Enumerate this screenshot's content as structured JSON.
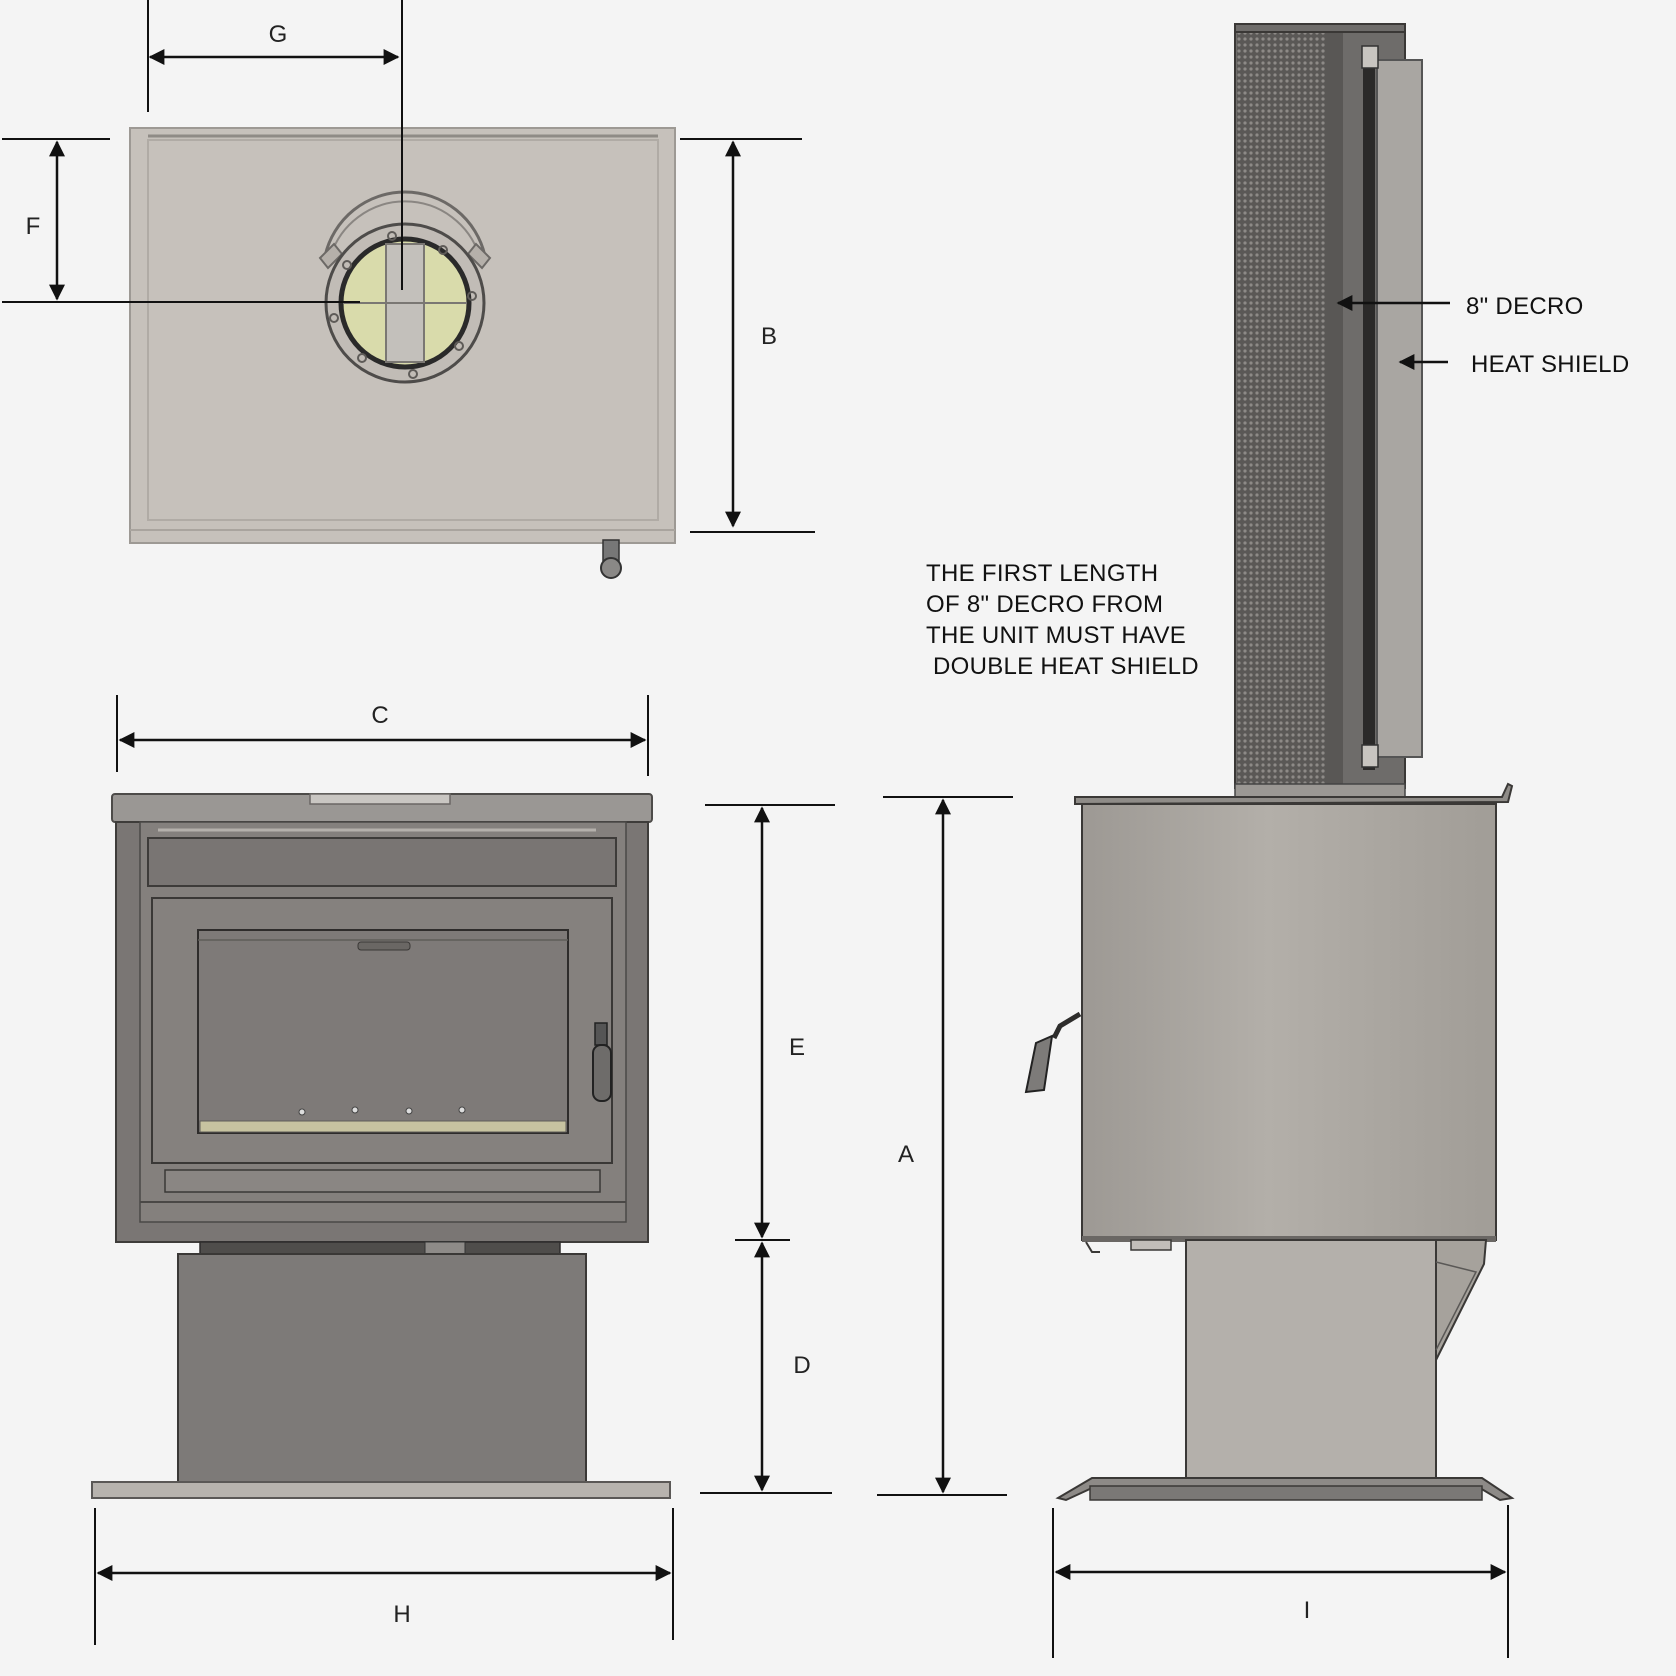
{
  "dimensions": {
    "a": "A",
    "b": "B",
    "c": "C",
    "d": "D",
    "e": "E",
    "f": "F",
    "g": "G",
    "h": "H",
    "i": "I"
  },
  "callouts": {
    "decro": "8\" DECRO",
    "heat_shield": "HEAT SHIELD"
  },
  "note": {
    "lines": [
      "THE FIRST LENGTH",
      "OF 8\" DECRO FROM",
      "THE UNIT MUST HAVE",
      " DOUBLE HEAT SHIELD"
    ]
  },
  "colors": {
    "top_panel": "#c6c1bb",
    "flue_insert": "#d9dbab",
    "front_body": "#84807d",
    "front_frame": "#7a7674",
    "pedestal_front": "#7d7a78",
    "side_body": "#a6a29c",
    "side_pedestal": "#b4b0ab",
    "flue_pipe": "#6e6c6a",
    "heat_shield": "#a9a6a2"
  }
}
